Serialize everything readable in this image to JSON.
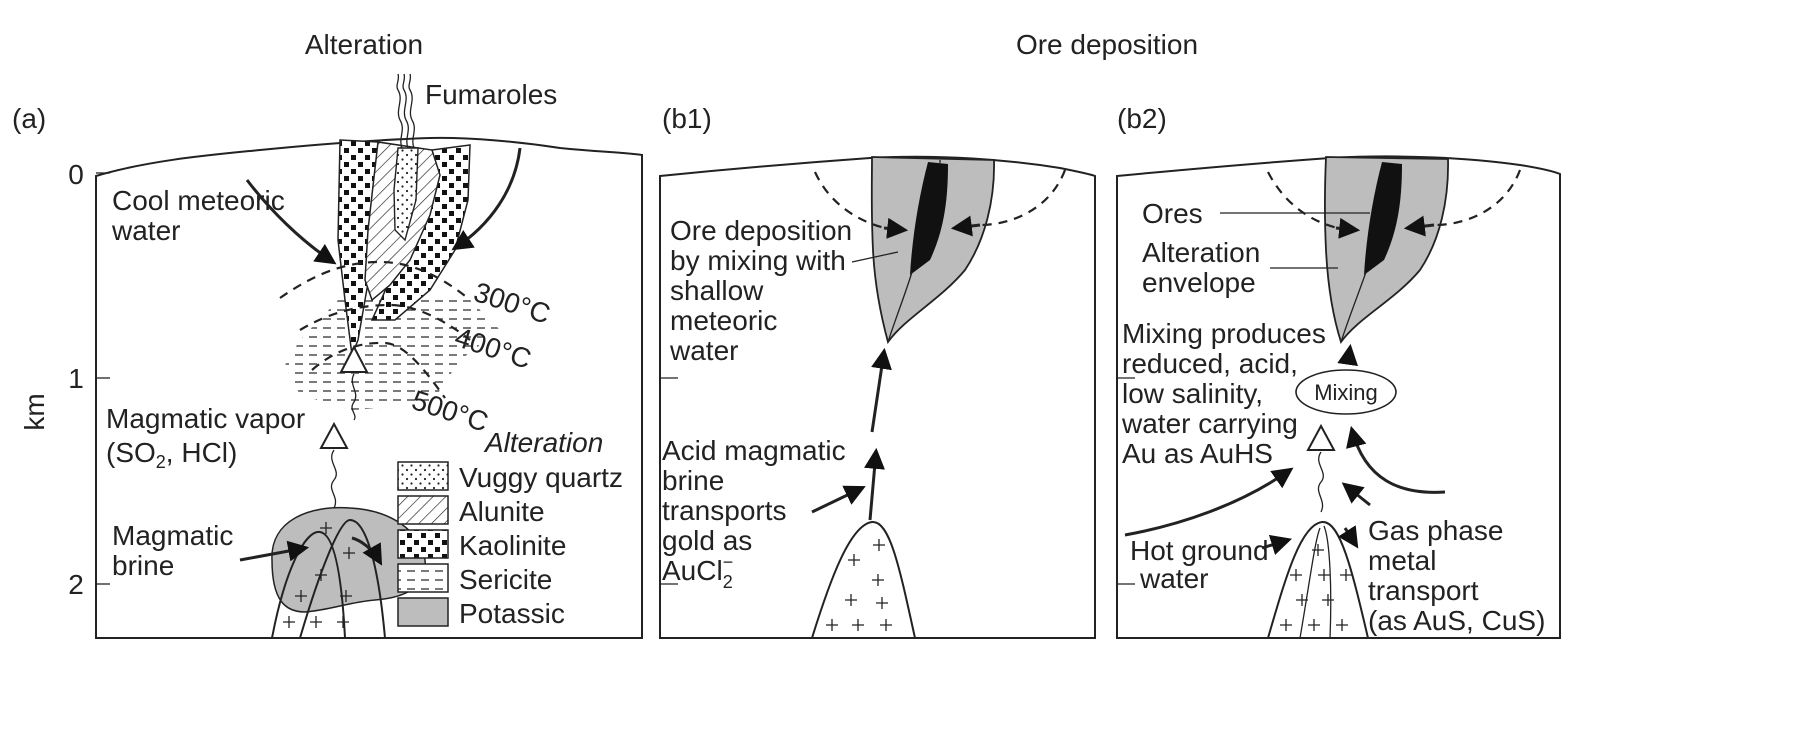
{
  "titles": {
    "left": "Alteration",
    "right": "Ore deposition"
  },
  "panels": {
    "a": "(a)",
    "b1": "(b1)",
    "b2": "(b2)"
  },
  "axis": {
    "label": "km",
    "ticks": [
      "0",
      "1",
      "2"
    ]
  },
  "panel_a": {
    "fumaroles": "Fumaroles",
    "meteoric": [
      "Cool meteoric",
      "water"
    ],
    "isotherms": {
      "t300": "300°C",
      "t400": "400°C",
      "t500": "500°C"
    },
    "vapor": [
      "Magmatic vapor",
      "(SO",
      "2",
      ", HCl)"
    ],
    "brine": [
      "Magmatic",
      "brine"
    ],
    "legend_title": "Alteration",
    "legend": [
      "Vuggy quartz",
      "Alunite",
      "Kaolinite",
      "Sericite",
      "Potassic"
    ]
  },
  "panel_b1": {
    "ore": [
      "Ore deposition",
      "by mixing with",
      "shallow",
      "meteoric",
      "water"
    ],
    "acid": [
      "Acid magmatic",
      "brine",
      "transports",
      "gold as",
      "AuCl",
      "2",
      "−"
    ]
  },
  "panel_b2": {
    "ores": "Ores",
    "envelope": [
      "Alteration",
      "envelope"
    ],
    "mixing_text": [
      "Mixing produces",
      "reduced, acid,",
      "low salinity,",
      "water carrying",
      "Au as AuHS"
    ],
    "mixing_label": "Mixing",
    "hot": [
      "Hot ground",
      "water"
    ],
    "gas": [
      "Gas phase",
      "metal",
      "transport",
      "(as AuS, CuS)"
    ]
  },
  "colors": {
    "ink": "#222222",
    "alteration_gray": "#bdbdbd",
    "ore_black": "#111111"
  }
}
